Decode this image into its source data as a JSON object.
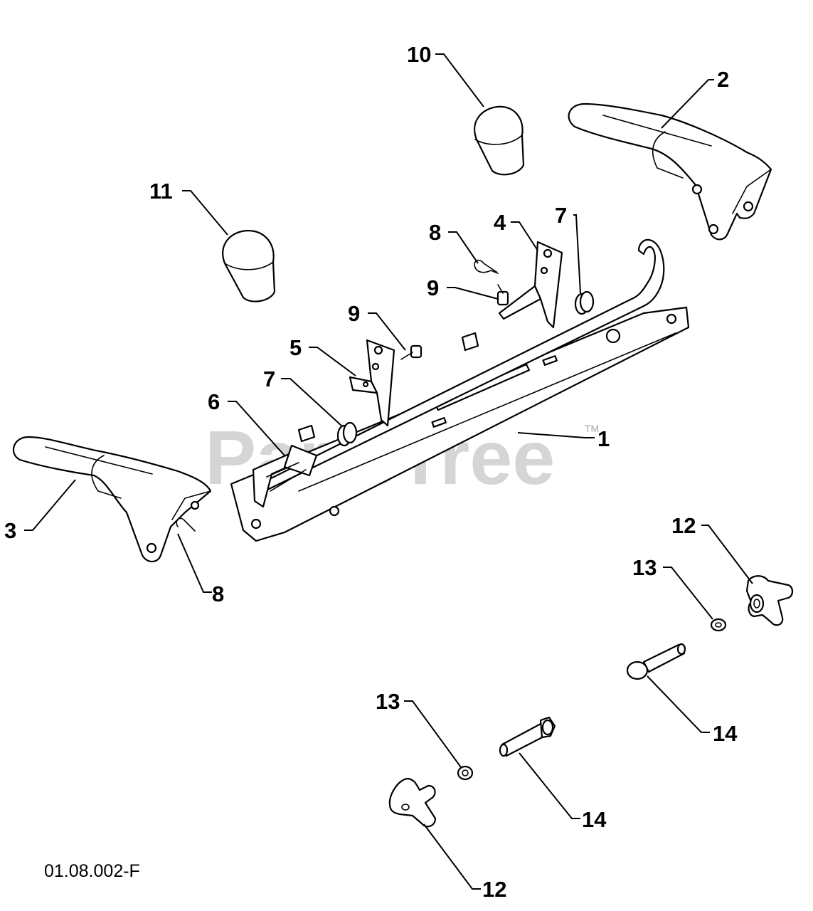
{
  "watermark": {
    "text": "PartsTree",
    "tm": "TM"
  },
  "drawing_code": "01.08.002-F",
  "callouts": {
    "p10": "10",
    "p2": "2",
    "p11": "11",
    "p8a": "8",
    "p4": "4",
    "p7a": "7",
    "p9a": "9",
    "p9b": "9",
    "p5": "5",
    "p7b": "7",
    "p6": "6",
    "p1": "1",
    "p3": "3",
    "p8b": "8",
    "p12a": "12",
    "p13a": "13",
    "p14a": "14",
    "p13b": "13",
    "p14b": "14",
    "p12b": "12"
  }
}
